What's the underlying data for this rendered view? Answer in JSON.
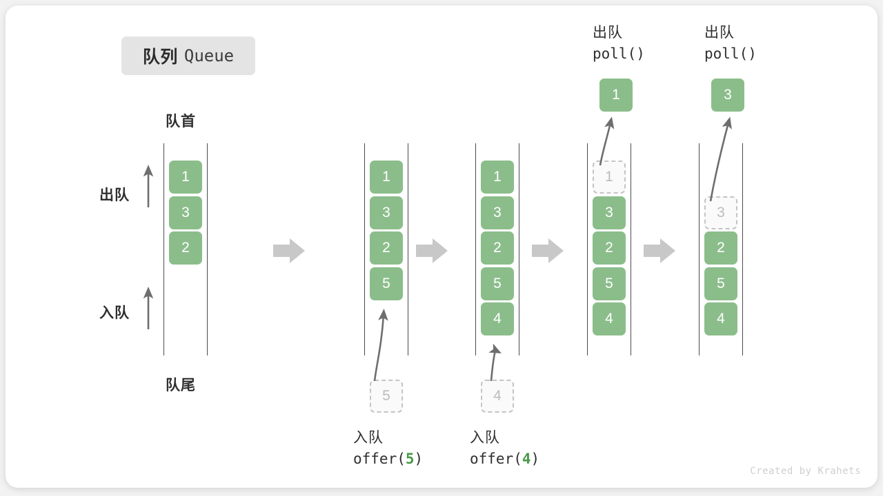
{
  "title": {
    "cn": "队列",
    "en": "Queue"
  },
  "labels": {
    "head": "队首",
    "tail": "队尾",
    "dequeue": "出队",
    "enqueue": "入队"
  },
  "credit": "Created by Krahets",
  "colors": {
    "element": "#8bbd8b",
    "element_text": "#ffffff",
    "ghost_fill": "#fafafa",
    "ghost_border": "#c4c4c4",
    "ghost_text": "#bcbcbc",
    "rail": "#4a4a4a",
    "arrow_gray": "#c8c8c8",
    "curve_arrow": "#6e6e6e",
    "badge_bg": "#e4e4e4",
    "text": "#2f2f2f",
    "code_accent": "#4a9a4a"
  },
  "operations": [
    {
      "id": "op-offer-5",
      "cn": "入队",
      "fn": "offer(",
      "arg": "5",
      "fn_close": ")"
    },
    {
      "id": "op-offer-4",
      "cn": "入队",
      "fn": "offer(",
      "arg": "4",
      "fn_close": ")"
    }
  ],
  "poll_ops": [
    {
      "id": "op-poll-1",
      "cn": "出队",
      "code": "poll()",
      "result": "1"
    },
    {
      "id": "op-poll-2",
      "cn": "出队",
      "code": "poll()",
      "result": "3"
    }
  ],
  "columns": [
    {
      "id": "queue-state-1",
      "cells": [
        {
          "value": "1",
          "state": "filled"
        },
        {
          "value": "3",
          "state": "filled"
        },
        {
          "value": "2",
          "state": "filled"
        }
      ],
      "incoming": null
    },
    {
      "id": "queue-state-2",
      "cells": [
        {
          "value": "1",
          "state": "filled"
        },
        {
          "value": "3",
          "state": "filled"
        },
        {
          "value": "2",
          "state": "filled"
        },
        {
          "value": "5",
          "state": "filled"
        }
      ],
      "incoming": {
        "value": "5",
        "state": "ghost"
      }
    },
    {
      "id": "queue-state-3",
      "cells": [
        {
          "value": "1",
          "state": "filled"
        },
        {
          "value": "3",
          "state": "filled"
        },
        {
          "value": "2",
          "state": "filled"
        },
        {
          "value": "5",
          "state": "filled"
        },
        {
          "value": "4",
          "state": "filled"
        }
      ],
      "incoming": {
        "value": "4",
        "state": "ghost"
      }
    },
    {
      "id": "queue-state-4",
      "cells": [
        {
          "value": "1",
          "state": "ghost"
        },
        {
          "value": "3",
          "state": "filled"
        },
        {
          "value": "2",
          "state": "filled"
        },
        {
          "value": "5",
          "state": "filled"
        },
        {
          "value": "4",
          "state": "filled"
        }
      ],
      "incoming": null
    },
    {
      "id": "queue-state-5",
      "cells": [
        {
          "value": "",
          "state": "empty"
        },
        {
          "value": "3",
          "state": "ghost"
        },
        {
          "value": "2",
          "state": "filled"
        },
        {
          "value": "5",
          "state": "filled"
        },
        {
          "value": "4",
          "state": "filled"
        }
      ],
      "incoming": null
    }
  ],
  "transitions": [
    "step-arrow-1",
    "step-arrow-2",
    "step-arrow-3",
    "step-arrow-4"
  ]
}
